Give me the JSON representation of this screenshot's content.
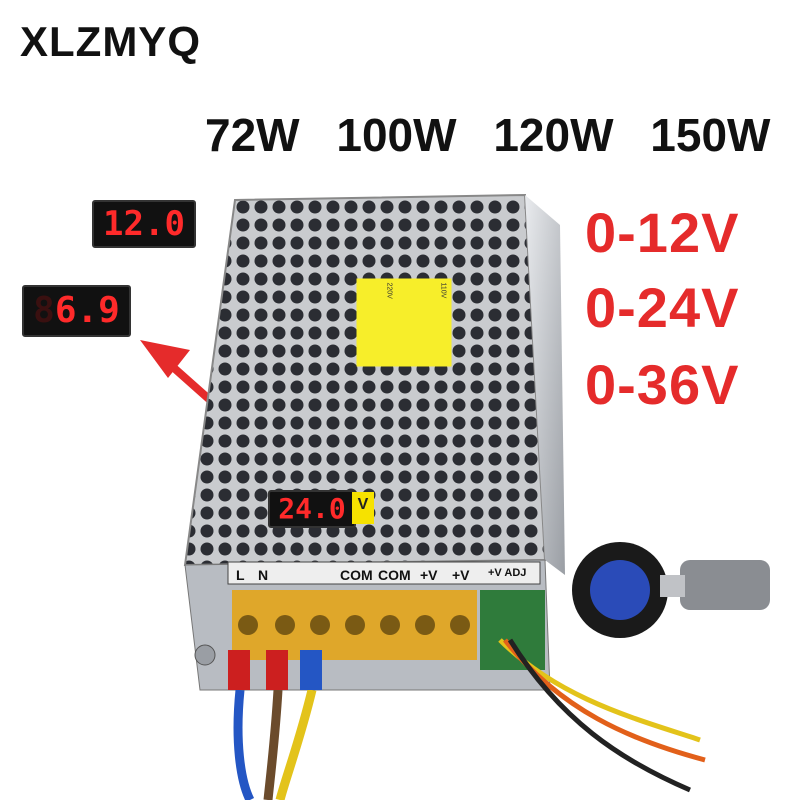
{
  "brand": "XLZMYQ",
  "wattages": [
    "72W",
    "100W",
    "120W",
    "150W"
  ],
  "voltages": [
    "0-12V",
    "0-24V",
    "0-36V"
  ],
  "displays": {
    "small_top": "12.0",
    "small_mid_ghost": "8",
    "small_mid": "6.9",
    "unit_display": "24.0",
    "unit_label": "V"
  },
  "sticker": {
    "text_110": "110V",
    "text_220": "220V"
  },
  "terminals": [
    "L",
    "N",
    "COM",
    "COM",
    "+V",
    "+V",
    "+V ADJ"
  ],
  "colors": {
    "accent_red": "#e52b2b",
    "display_red": "#ff2a2a",
    "sticker_yellow": "#f7ee2a"
  }
}
